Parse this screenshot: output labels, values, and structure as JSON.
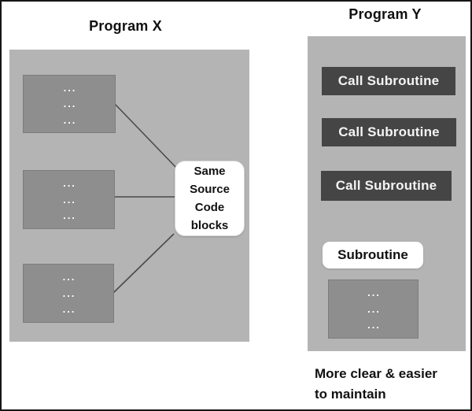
{
  "diagram": {
    "left": {
      "title": "Program X",
      "dots_row": "...",
      "callout": {
        "lines": [
          "Same",
          "Source",
          "Code",
          "blocks"
        ]
      }
    },
    "right": {
      "title": "Program Y",
      "call_boxes": [
        "Call Subroutine",
        "Call Subroutine",
        "Call Subroutine"
      ],
      "subroutine_label": "Subroutine",
      "dots_row": "...",
      "caption_line1": "More clear & easier",
      "caption_line2": "to maintain"
    },
    "colors": {
      "panel": "#b4b4b4",
      "code_block": "#8e8e8e",
      "call_box": "#454545",
      "callout_bg": "#ffffff",
      "connector": "#4a4a4a",
      "text": "#111111",
      "dots": "#ffffff"
    }
  }
}
